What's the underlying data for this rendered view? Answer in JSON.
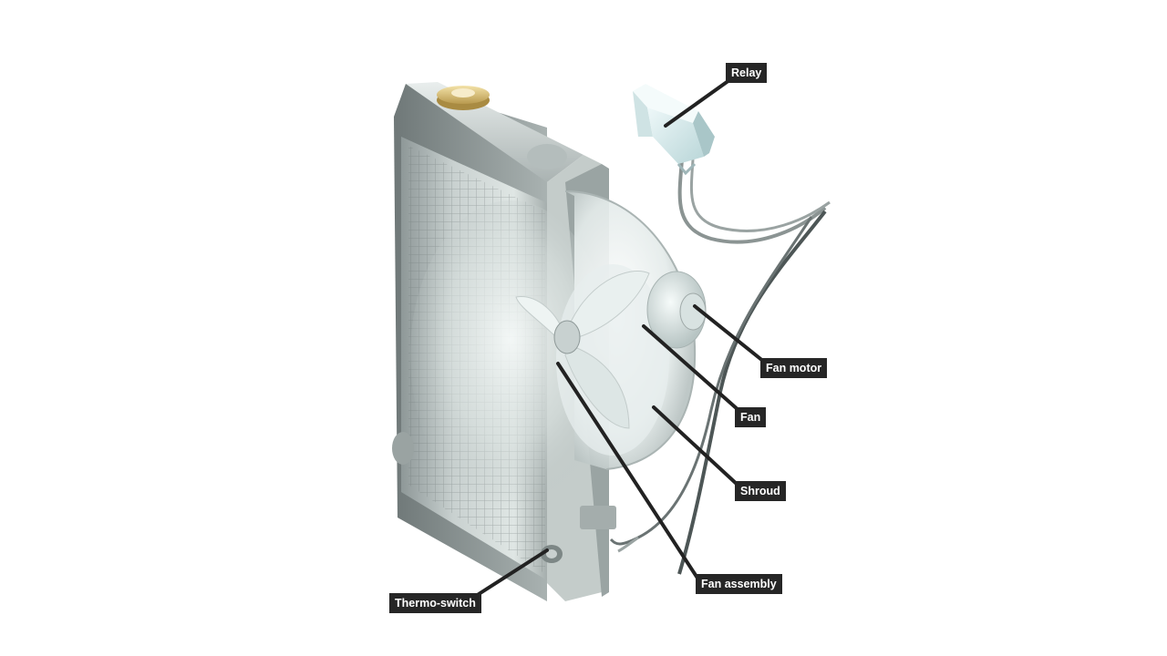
{
  "labels": {
    "relay": "Relay",
    "fan_motor": "Fan motor",
    "fan": "Fan",
    "shroud": "Shroud",
    "fan_assembly": "Fan assembly",
    "thermo_switch": "Thermo-switch"
  }
}
